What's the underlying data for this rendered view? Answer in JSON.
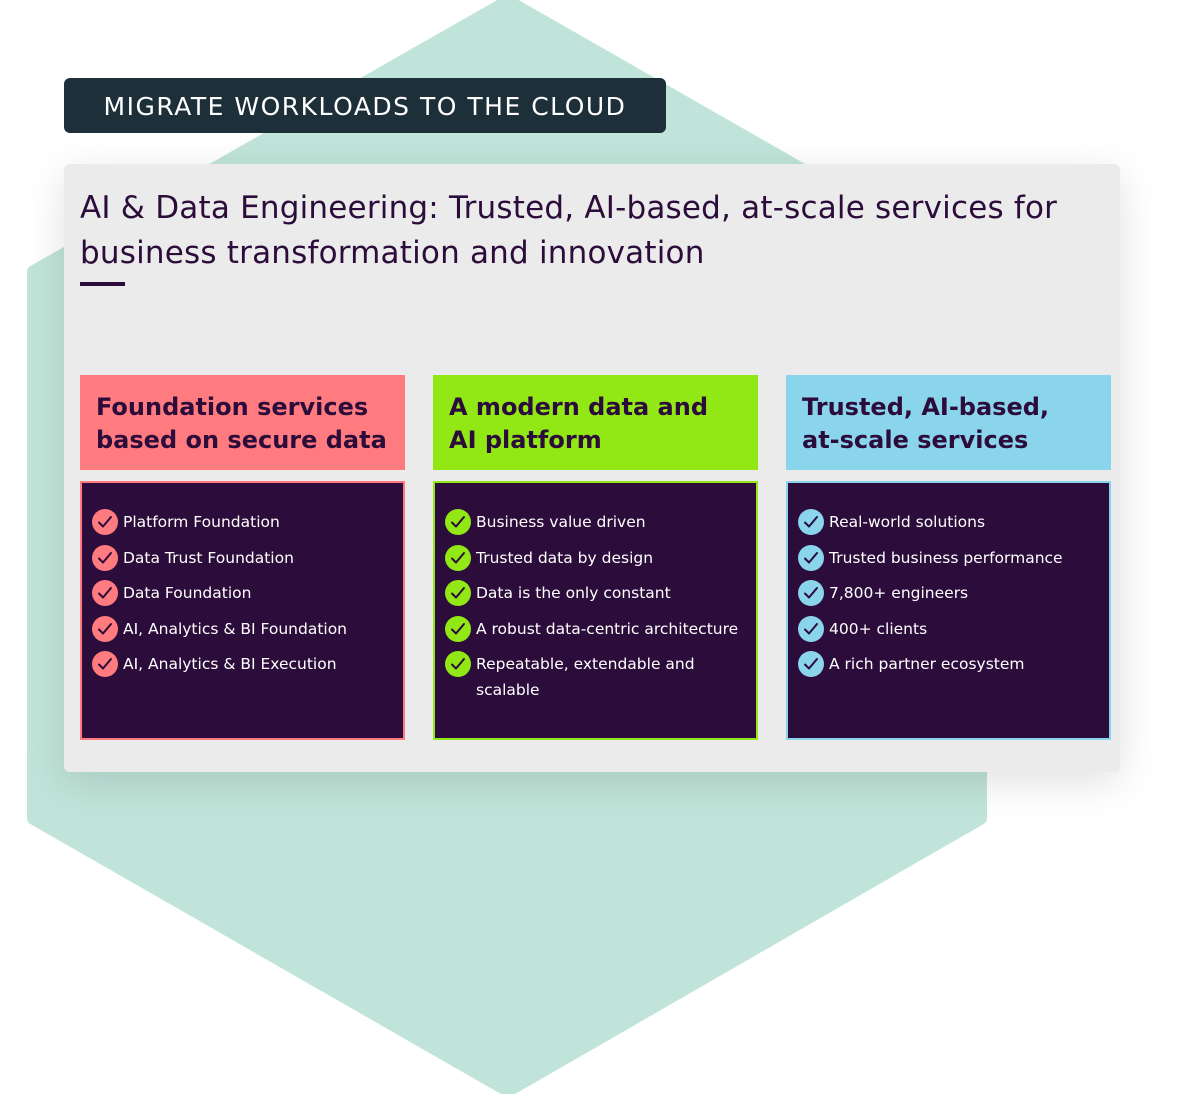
{
  "badge": "MIGRATE WORKLOADS TO THE CLOUD",
  "title": "AI & Data Engineering: Trusted, AI-based, at-scale services for business transformation and innovation",
  "colors": {
    "hexagon": "#c0e4d9",
    "badge_bg": "#1d2f39",
    "card_bg": "#ebebeb",
    "dark": "#2c0c3a"
  },
  "columns": [
    {
      "heading": "Foundation services based on secure data",
      "color": "#ff7b7f",
      "items": [
        "Platform Foundation",
        "Data Trust Foundation",
        "Data Foundation",
        "AI, Analytics & BI Foundation",
        "AI, Analytics & BI Execution"
      ]
    },
    {
      "heading": "A modern data and AI platform",
      "color": "#92e814",
      "items": [
        "Business value driven",
        "Trusted data by design",
        "Data is the only constant",
        "A robust data-centric architecture",
        "Repeatable, extendable  and scalable"
      ]
    },
    {
      "heading": "Trusted, AI-based, at-scale services",
      "color": "#8ad4ec",
      "items": [
        "Real-world solutions",
        "Trusted business performance",
        "7,800+ engineers",
        "400+ clients",
        "A rich partner ecosystem"
      ]
    }
  ]
}
